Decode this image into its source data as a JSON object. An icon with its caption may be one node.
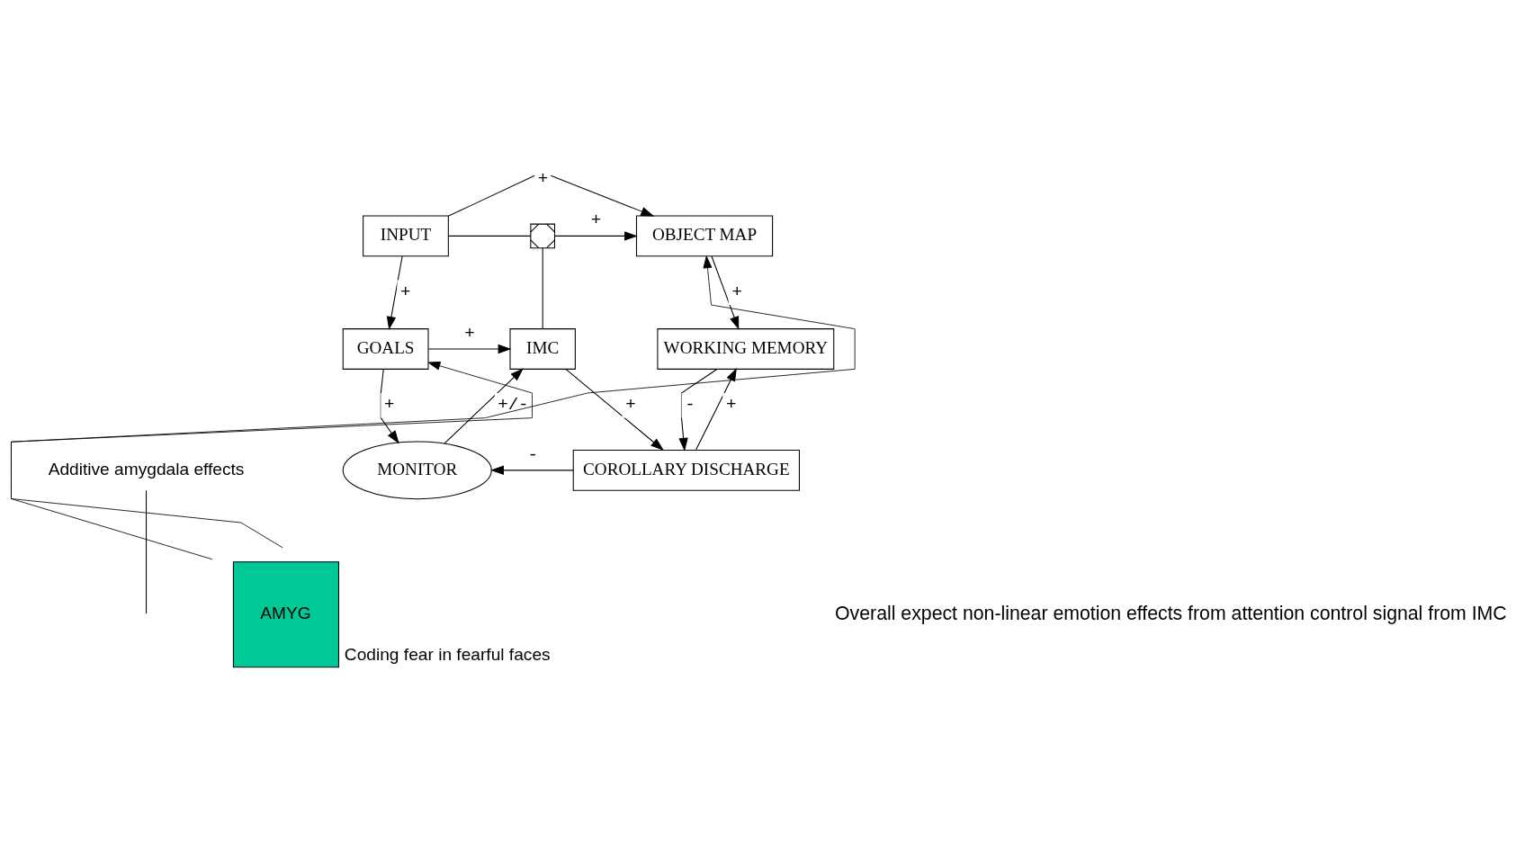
{
  "diagram": {
    "nodes": [
      {
        "text": [
          "INPUT"
        ]
      },
      {
        "text": [
          "OBJECT MAP"
        ]
      },
      {
        "text": [
          "GOALS"
        ]
      },
      {
        "text": [
          "IMC"
        ]
      },
      {
        "text": [
          "WORKING MEMORY"
        ]
      },
      {
        "text": [
          "MONITOR"
        ]
      },
      {
        "text": [
          "COROLLARY DISCHARGE"
        ]
      },
      {
        "text": [
          "AMYG"
        ],
        "beside": [
          "Coding fear in fearful faces"
        ]
      },
      {
        "text": [],
        "shape": "box"
      },
      {
        "text": [
          "Additive amygdala effects"
        ]
      }
    ],
    "edges": [
      {
        "from": 0,
        "to": 1,
        "arrow": "to",
        "label": "+"
      },
      {
        "from": 0,
        "to": 8,
        "arrow": "none"
      },
      {
        "from": 3,
        "to": 8,
        "arrow": "none"
      },
      {
        "from": 8,
        "to": 1,
        "arrow": "to",
        "label": "+"
      },
      {
        "from": 0,
        "to": 2,
        "arrow": "to",
        "label": "+"
      },
      {
        "from": 2,
        "to": 3,
        "arrow": "to",
        "label": "+"
      },
      {
        "from": 2,
        "to": 5,
        "arrow": "to",
        "label": "+"
      },
      {
        "from": 5,
        "to": 3,
        "arrow": "to",
        "label": "+/-"
      },
      {
        "from": 3,
        "to": 6,
        "arrow": "to",
        "label": "+"
      },
      {
        "from": 4,
        "to": 6,
        "arrow": "to",
        "label": "-"
      },
      {
        "from": 6,
        "to": 5,
        "arrow": "to",
        "label": "-"
      },
      {
        "from": 6,
        "to": 4,
        "arrow": "to",
        "label": "+"
      },
      {
        "from": 1,
        "to": 4,
        "arrow": "to",
        "label": "+"
      },
      {
        "from": 7,
        "to": 2,
        "arrow": "to"
      },
      {
        "from": 7,
        "to": 1,
        "arrow": "to"
      },
      {
        "from": 9,
        "to": null,
        "arrow": "none"
      }
    ],
    "labels": [
      "Overall expect non-linear emotion effects from attention control signal from IMC"
    ]
  }
}
